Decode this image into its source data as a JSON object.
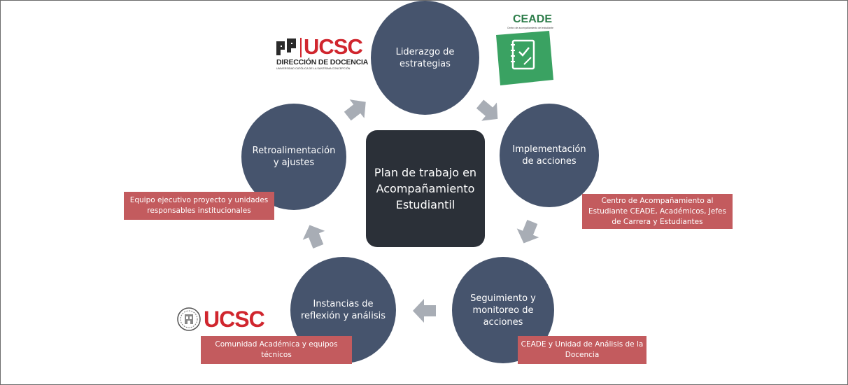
{
  "diagram": {
    "center": {
      "lines": [
        "Plan de trabajo en",
        "Acompañamiento",
        "Estudiantil"
      ]
    },
    "nodes": [
      {
        "id": "liderazgo",
        "lines": [
          "Liderazgo de",
          "estrategias"
        ]
      },
      {
        "id": "implementacion",
        "lines": [
          "Implementación",
          "de acciones"
        ]
      },
      {
        "id": "seguimiento",
        "lines": [
          "Seguimiento y",
          "monitoreo de",
          "acciones"
        ]
      },
      {
        "id": "instancias",
        "lines": [
          "Instancias de",
          "reflexión y análisis"
        ]
      },
      {
        "id": "retroalimentacion",
        "lines": [
          "Retroalimentación",
          "y ajustes"
        ]
      }
    ],
    "labels": [
      {
        "id": "retro-label",
        "lines": [
          "Equipo ejecutivo proyecto y unidades",
          "responsables institucionales"
        ]
      },
      {
        "id": "impl-label",
        "lines": [
          "Centro de Acompañamiento al",
          "Estudiante CEADE, Académicos, Jefes",
          "de Carrera y Estudiantes"
        ]
      },
      {
        "id": "seg-label",
        "lines": [
          "CEADE y Unidad de Análisis de la",
          "Docencia"
        ]
      },
      {
        "id": "inst-label",
        "lines": [
          "Comunidad Académica y equipos",
          "técnicos"
        ]
      }
    ]
  },
  "logos": {
    "ucsc_docencia": {
      "name": "UCSC",
      "line1": "DIRECCIÓN DE DOCENCIA",
      "line2": "UNIVERSIDAD CATÓLICA DE LA SANTÍSIMA CONCEPCIÓN"
    },
    "ceade": {
      "name": "CEADE",
      "subtitle": "Centro de acompañamiento del estudiante"
    },
    "ucsc_seal": {
      "name": "UCSC"
    }
  },
  "colors": {
    "circle": "#46546d",
    "center": "#2b3038",
    "label": "#c35b5e",
    "arrow": "#a8adb5",
    "ucsc_red": "#d0262e",
    "ceade_green": "#3aa262"
  }
}
